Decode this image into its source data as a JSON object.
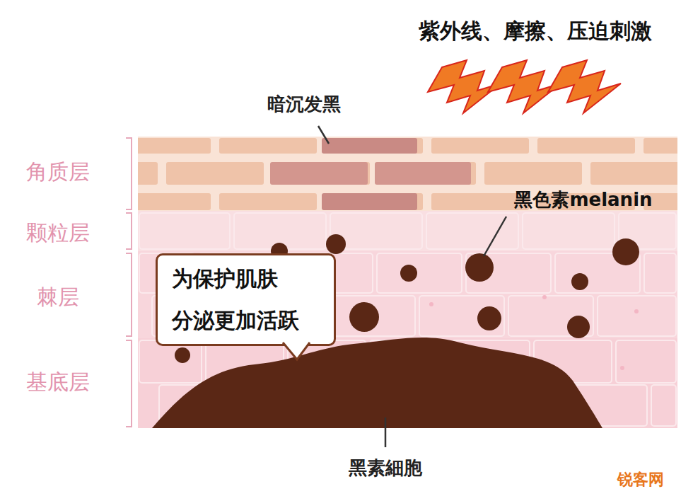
{
  "diagram": {
    "nodes": [
      {
        "text": [
          "为保护肌肤 分泌更加活跃"
        ]
      }
    ],
    "labels": [
      "紫外线、摩擦、压迫刺激",
      "暗沉发黑",
      "角质层",
      "颗粒层",
      "棘层",
      "基底层",
      "黑色素melanin",
      "黑素細胞",
      "锐客网"
    ]
  }
}
